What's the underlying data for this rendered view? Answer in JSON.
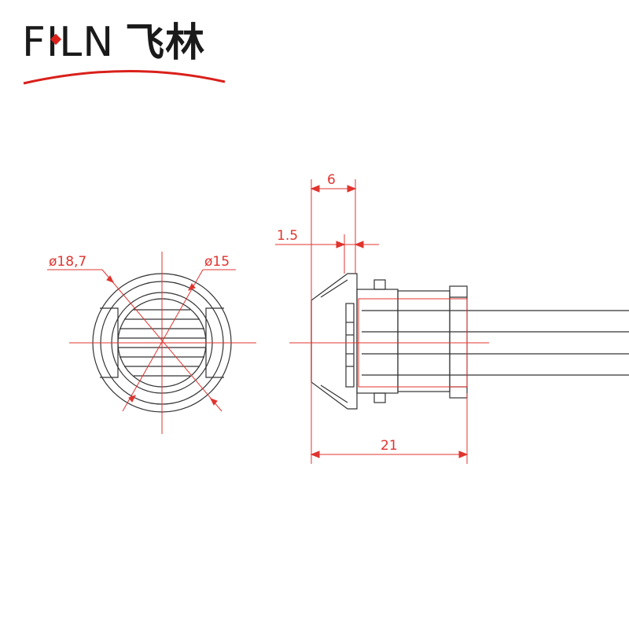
{
  "brand": {
    "word": "FILN",
    "chinese": "飞林",
    "accent_color": "#d9201b",
    "text_color": "#1a1a1a"
  },
  "dimensions": {
    "outer_diameter": "ø18,7",
    "inner_diameter": "ø15",
    "top_width": "6",
    "flange": "1.5",
    "overall_length": "21"
  },
  "colors": {
    "line": "#333333",
    "dimension": "#e0342f"
  }
}
